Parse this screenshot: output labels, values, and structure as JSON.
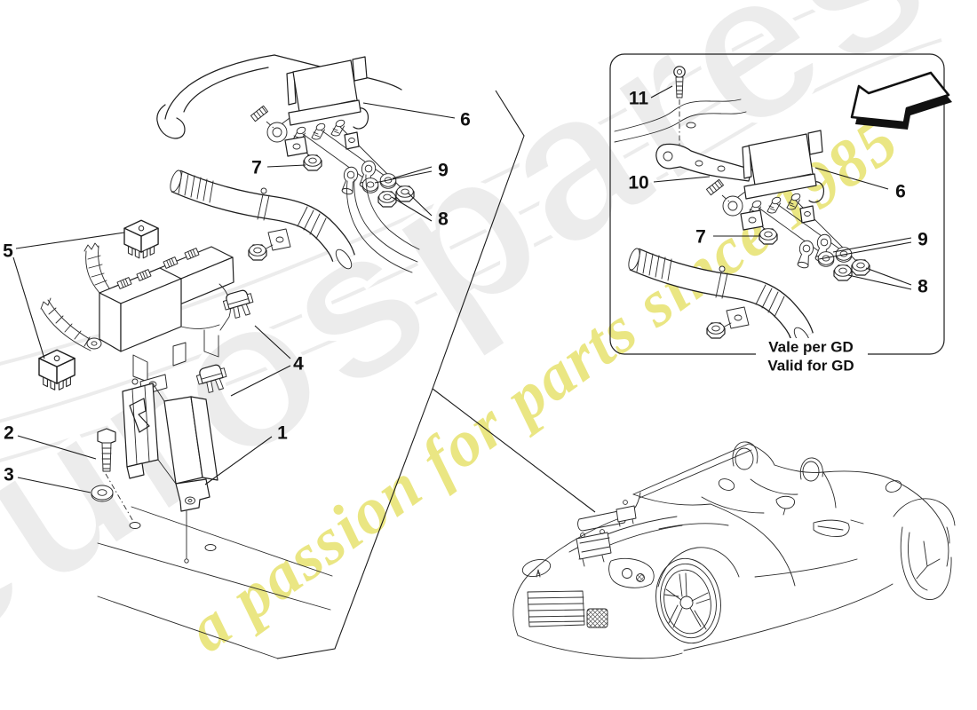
{
  "watermark": {
    "brand": "eurospares",
    "tagline": "a passion for parts since 1985",
    "brand_fill": "#ececec",
    "tagline_fill": "#e6e165"
  },
  "inset": {
    "caption_line1": "Vale per GD",
    "caption_line2": "Valid for GD"
  },
  "callouts": {
    "main": [
      "1",
      "2",
      "3",
      "4",
      "5",
      "6",
      "7",
      "8",
      "9"
    ],
    "inset": [
      "6",
      "7",
      "8",
      "9",
      "10",
      "11"
    ]
  },
  "colors": {
    "line": "#1f1f1f",
    "background": "#ffffff"
  }
}
